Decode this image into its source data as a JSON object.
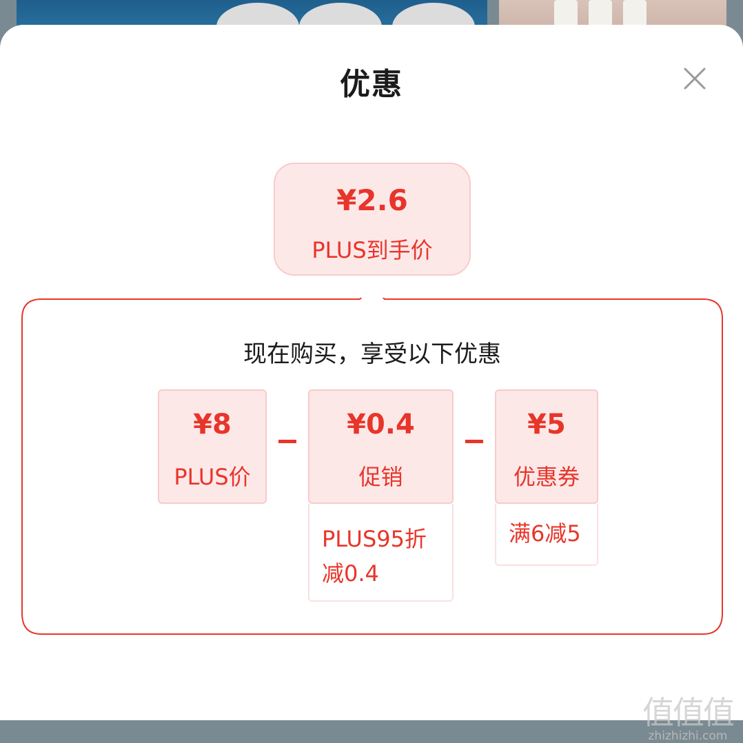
{
  "sheet": {
    "title": "优惠",
    "close_icon": "close-icon"
  },
  "final_price": {
    "amount": "¥2.6",
    "label": "PLUS到手价"
  },
  "breakdown": {
    "heading": "现在购买，享受以下优惠",
    "items": [
      {
        "amount": "¥8",
        "label": "PLUS价"
      },
      {
        "amount": "¥0.4",
        "label": "促销",
        "detail": "PLUS95折减0.4"
      },
      {
        "amount": "¥5",
        "label": "优惠券",
        "detail": "满6减5"
      }
    ],
    "operator_icon": "minus-icon"
  },
  "watermark": {
    "glyphs": "值值值",
    "url": "zhizhizhi.com"
  },
  "colors": {
    "accent": "#e8352a",
    "card_bg": "#fde8e8",
    "card_border": "#f9caca"
  }
}
